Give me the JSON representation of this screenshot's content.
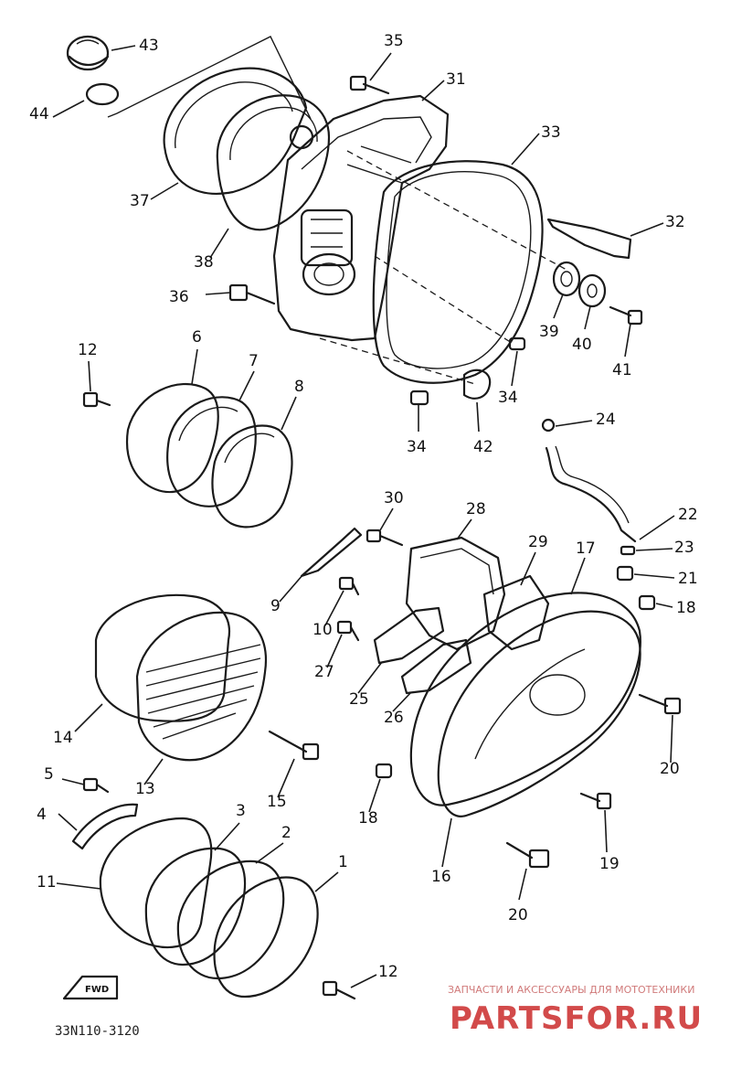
{
  "diagram_code": "33N110-3120",
  "fwd_arrow_label": "FWD",
  "watermark": {
    "tagline": "ЗАПЧАСТИ И АКСЕССУАРЫ ДЛЯ МОТОТЕХНИКИ",
    "logo": "PARTSFOR.RU"
  },
  "callouts": [
    {
      "id": "43",
      "text": "43"
    },
    {
      "id": "44",
      "text": "44"
    },
    {
      "id": "35",
      "text": "35"
    },
    {
      "id": "31",
      "text": "31"
    },
    {
      "id": "33",
      "text": "33"
    },
    {
      "id": "37",
      "text": "37"
    },
    {
      "id": "38",
      "text": "38"
    },
    {
      "id": "32",
      "text": "32"
    },
    {
      "id": "36",
      "text": "36"
    },
    {
      "id": "39",
      "text": "39"
    },
    {
      "id": "40",
      "text": "40"
    },
    {
      "id": "41",
      "text": "41"
    },
    {
      "id": "12a",
      "text": "12"
    },
    {
      "id": "6",
      "text": "6"
    },
    {
      "id": "7",
      "text": "7"
    },
    {
      "id": "8",
      "text": "8"
    },
    {
      "id": "34a",
      "text": "34"
    },
    {
      "id": "34b",
      "text": "34"
    },
    {
      "id": "42",
      "text": "42"
    },
    {
      "id": "24",
      "text": "24"
    },
    {
      "id": "30",
      "text": "30"
    },
    {
      "id": "28",
      "text": "28"
    },
    {
      "id": "29",
      "text": "29"
    },
    {
      "id": "17",
      "text": "17"
    },
    {
      "id": "22",
      "text": "22"
    },
    {
      "id": "23",
      "text": "23"
    },
    {
      "id": "21",
      "text": "21"
    },
    {
      "id": "18a",
      "text": "18"
    },
    {
      "id": "9",
      "text": "9"
    },
    {
      "id": "10",
      "text": "10"
    },
    {
      "id": "27",
      "text": "27"
    },
    {
      "id": "25",
      "text": "25"
    },
    {
      "id": "26",
      "text": "26"
    },
    {
      "id": "14",
      "text": "14"
    },
    {
      "id": "13",
      "text": "13"
    },
    {
      "id": "15",
      "text": "15"
    },
    {
      "id": "20a",
      "text": "20"
    },
    {
      "id": "18b",
      "text": "18"
    },
    {
      "id": "5",
      "text": "5"
    },
    {
      "id": "4",
      "text": "4"
    },
    {
      "id": "3",
      "text": "3"
    },
    {
      "id": "2",
      "text": "2"
    },
    {
      "id": "1",
      "text": "1"
    },
    {
      "id": "11",
      "text": "11"
    },
    {
      "id": "16",
      "text": "16"
    },
    {
      "id": "19",
      "text": "19"
    },
    {
      "id": "20b",
      "text": "20"
    },
    {
      "id": "12b",
      "text": "12"
    }
  ]
}
